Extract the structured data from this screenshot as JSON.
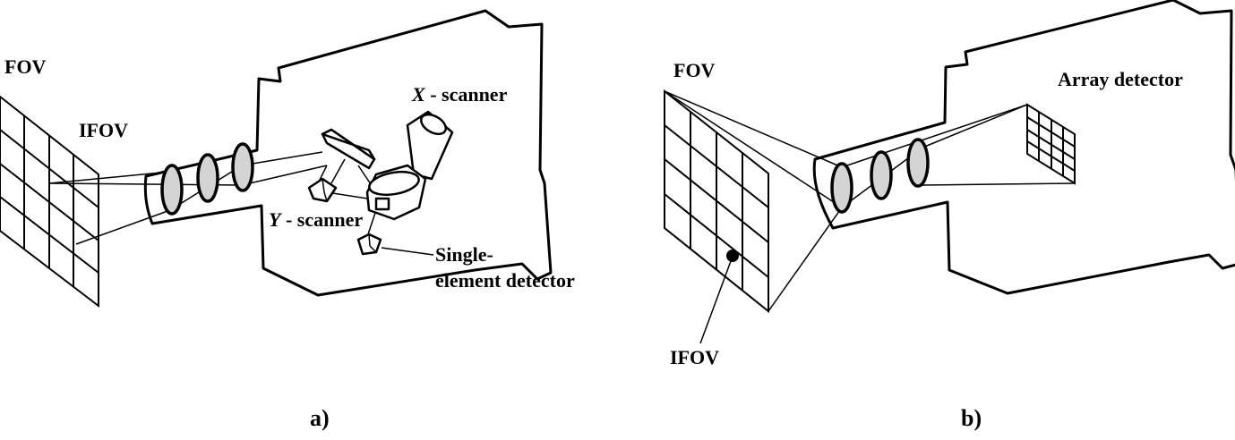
{
  "panel_a": {
    "caption": "a)",
    "fov_label": "FOV",
    "ifov_label": "IFOV",
    "x_scanner": {
      "var": "X",
      "suffix": " - scanner"
    },
    "y_scanner": {
      "var": "Y",
      "suffix": " - scanner"
    },
    "detector_label_line1": "Single-",
    "detector_label_line2": "element detector"
  },
  "panel_b": {
    "caption": "b)",
    "fov_label": "FOV",
    "ifov_label": "IFOV",
    "array_label": "Array detector"
  }
}
